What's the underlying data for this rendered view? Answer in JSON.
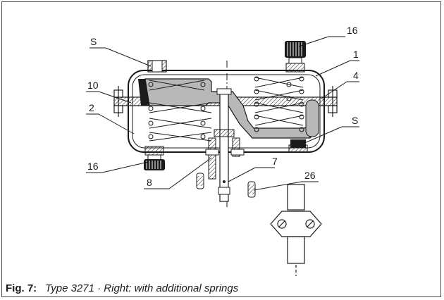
{
  "figure": {
    "number_label": "Fig. 7:",
    "caption_text": "Type 3271 · Right: with additional springs"
  },
  "labels": {
    "s_top": "S",
    "s_right": "S",
    "n16_top": "16",
    "n16_bottom": "16",
    "n1": "1",
    "n2": "2",
    "n4": "4",
    "n7": "7",
    "n8": "8",
    "n10": "10",
    "n26": "26"
  },
  "colors": {
    "line": "#1a1a1a",
    "section_fill": "#b8b8b8",
    "frame": "#4a4a4a"
  }
}
